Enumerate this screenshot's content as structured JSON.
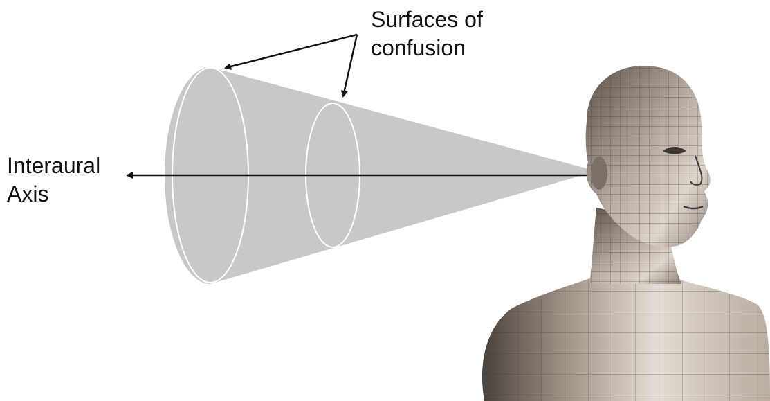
{
  "labels": {
    "surfaces_line1": "Surfaces of",
    "surfaces_line2": "confusion",
    "axis_line1": "Interaural",
    "axis_line2": "Axis"
  },
  "colors": {
    "cone_fill": "#c8c8c8",
    "ring_stroke": "#ffffff",
    "arrow": "#111111",
    "skin_light": "#d9cfc6",
    "skin_mid": "#a89a8e",
    "skin_dark": "#4e4540",
    "wire": "#3a3430"
  }
}
